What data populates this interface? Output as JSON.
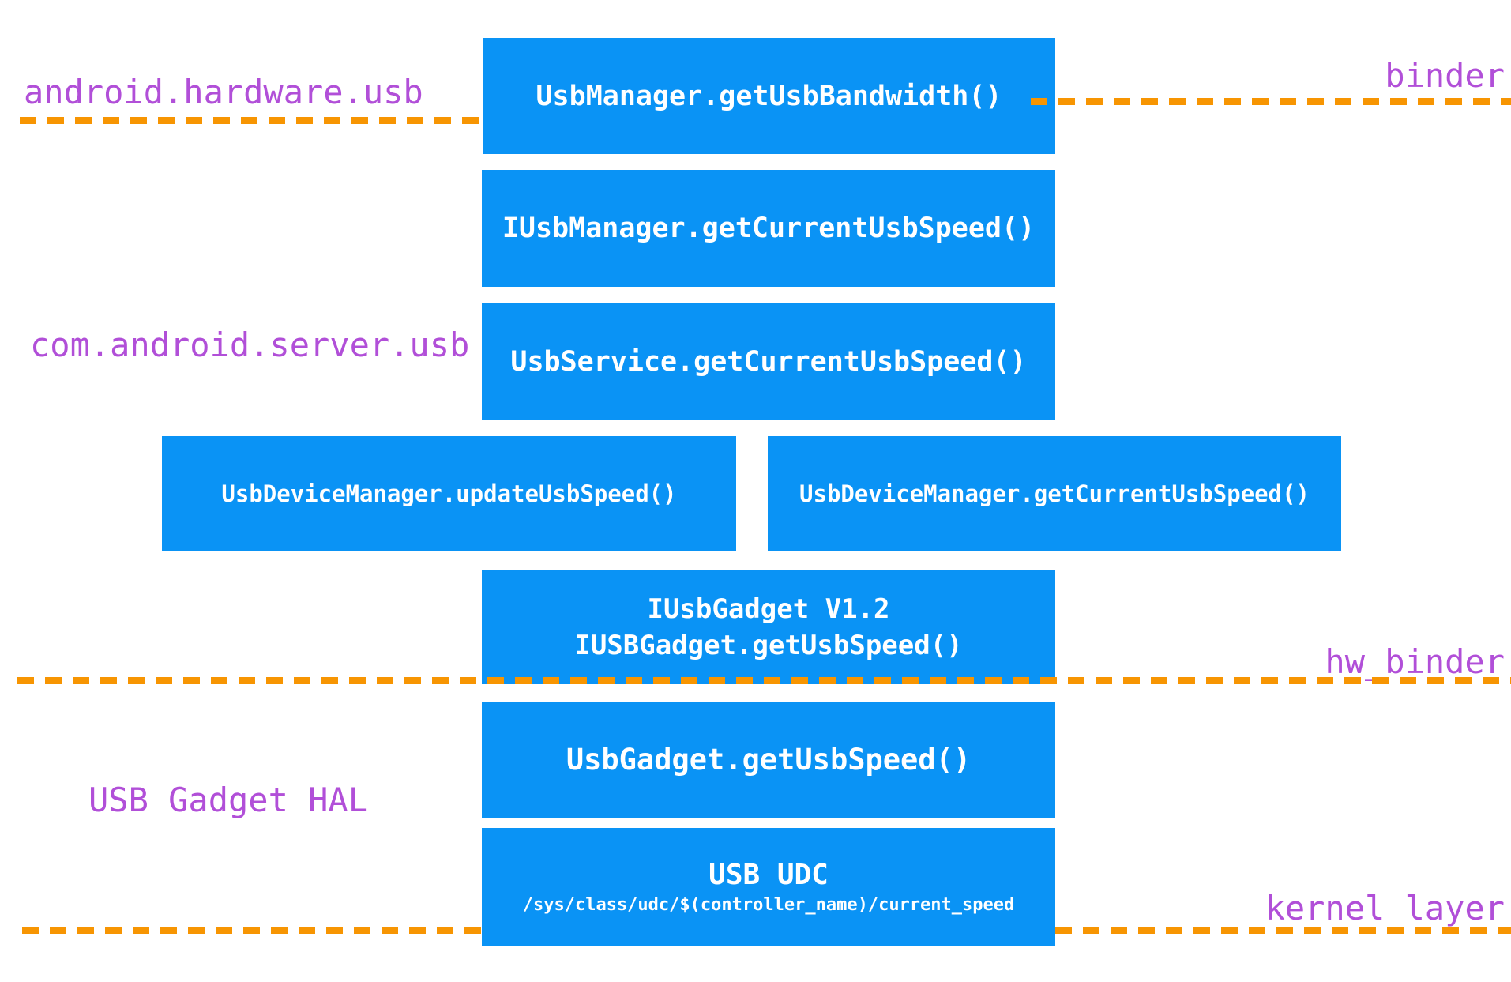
{
  "diagram": {
    "colors": {
      "background": "#ffffff",
      "box_fill": "#0a93f5",
      "box_text": "#ffffff",
      "divider": "#f79502",
      "label": "#b14fd8"
    },
    "labels": {
      "android_hardware_usb": "android.hardware.usb",
      "binder": "binder",
      "com_android_server_usb": "com.android.server.usb",
      "hw_binder": "hw_binder",
      "usb_gadget_hal": "USB Gadget HAL",
      "kernel_layer": "kernel layer"
    },
    "boxes": {
      "usb_manager": "UsbManager.getUsbBandwidth()",
      "iusb_manager": "IUsbManager.getCurrentUsbSpeed()",
      "usb_service": "UsbService.getCurrentUsbSpeed()",
      "usb_device_manager_update": "UsbDeviceManager.updateUsbSpeed()",
      "usb_device_manager_get": "UsbDeviceManager.getCurrentUsbSpeed()",
      "iusb_gadget_line1": "IUsbGadget V1.2",
      "iusb_gadget_line2": "IUSBGadget.getUsbSpeed()",
      "usb_gadget": "UsbGadget.getUsbSpeed()",
      "usb_udc_title": "USB UDC",
      "usb_udc_path": "/sys/class/udc/$(controller_name)/current_speed"
    }
  }
}
